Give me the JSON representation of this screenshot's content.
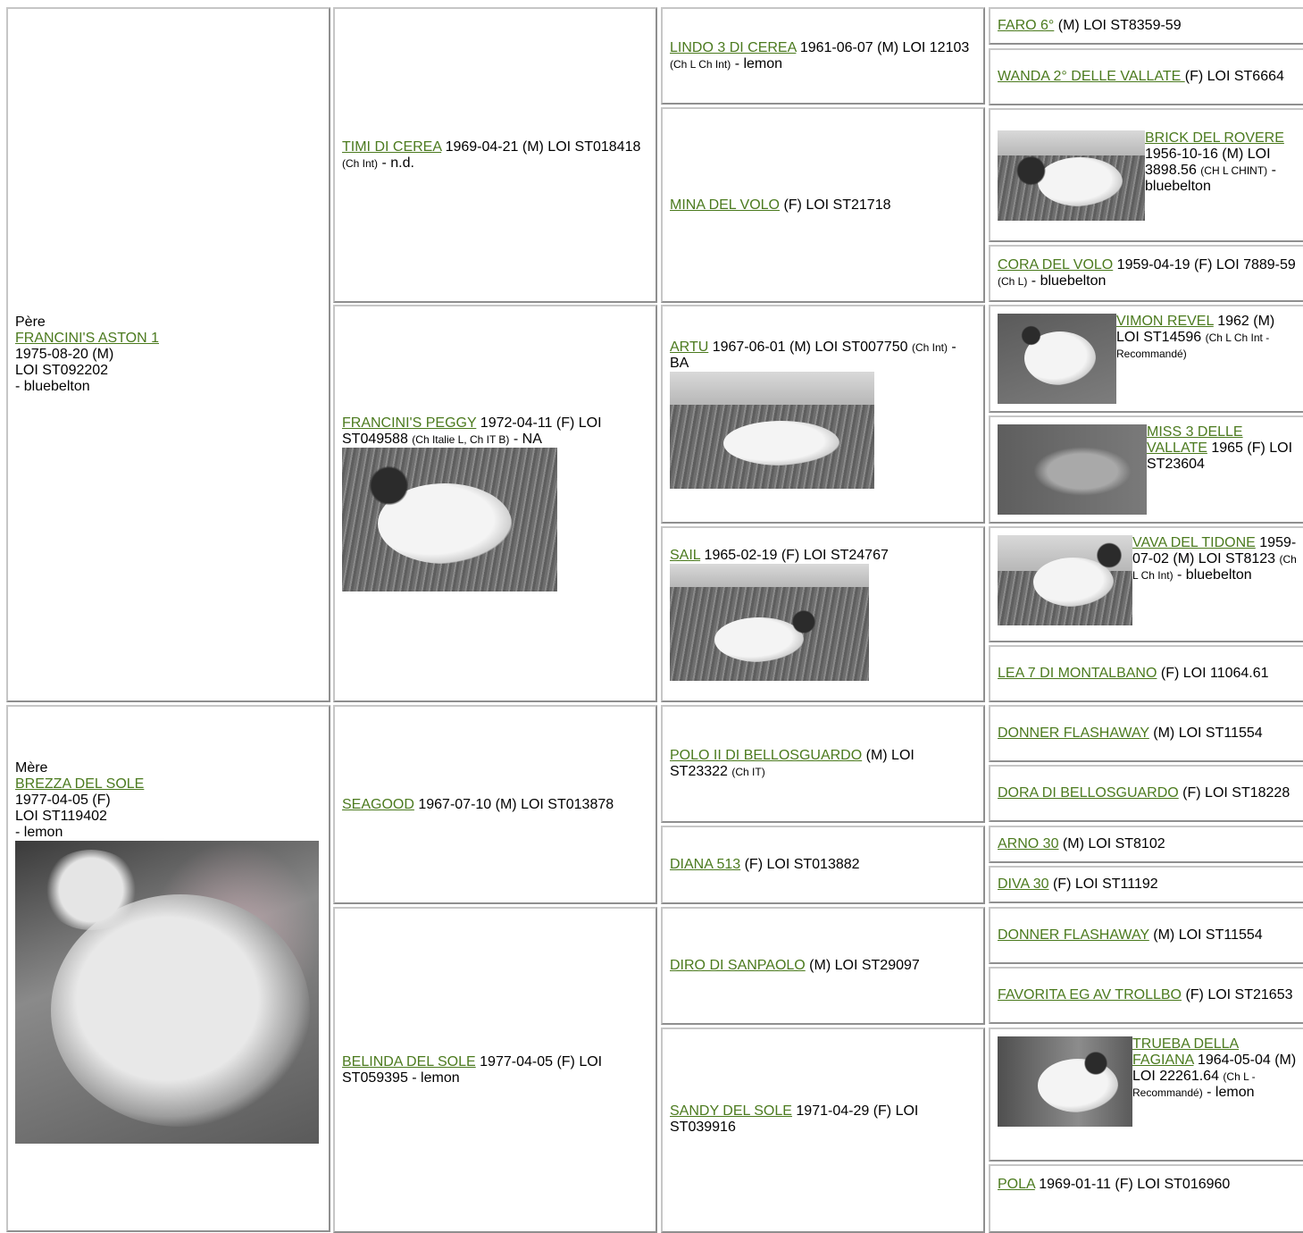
{
  "pere": {
    "role": "Père",
    "name": "FRANCINI'S ASTON 1",
    "date_sex": "1975-08-20 (M)",
    "loi": "LOI ST092202",
    "color": "- bluebelton"
  },
  "mere": {
    "role": "Mère",
    "name": "BREZZA DEL SOLE",
    "date_sex": "1977-04-05 (F)",
    "loi": "LOI ST119402",
    "color": "- lemon"
  },
  "gen2": {
    "timi": {
      "name": "TIMI DI CEREA",
      "info": " 1969-04-21 (M) LOI ST018418 ",
      "titles": "(Ch Int)",
      "tail": " - n.d."
    },
    "peggy": {
      "name": "FRANCINI'S PEGGY",
      "info": " 1972-04-11 (F) LOI ST049588 ",
      "titles": "(Ch Italie L, Ch IT B)",
      "tail": " - NA"
    },
    "seagood": {
      "name": "SEAGOOD",
      "info": " 1967-07-10 (M) LOI ST013878"
    },
    "belinda": {
      "name": "BELINDA DEL SOLE",
      "info": " 1977-04-05 (F) LOI ST059395 - lemon"
    }
  },
  "gen3": {
    "lindo": {
      "name": "LINDO 3 DI CEREA",
      "info": " 1961-06-07 (M) LOI 12103 ",
      "titles": "(Ch L Ch Int)",
      "tail": " - lemon"
    },
    "mina": {
      "name": "MINA DEL VOLO",
      "info": " (F) LOI ST21718"
    },
    "artu": {
      "name": "ARTU",
      "info": " 1967-06-01 (M) LOI ST007750 ",
      "titles": "(Ch Int)",
      "tail": " - BA"
    },
    "sail": {
      "name": "SAIL",
      "info": " 1965-02-19 (F) LOI ST24767"
    },
    "polo": {
      "name": "POLO II DI BELLOSGUARDO",
      "info": " (M) LOI ST23322 ",
      "titles": "(Ch IT)"
    },
    "diana": {
      "name": "DIANA 513",
      "info": " (F) LOI ST013882"
    },
    "diro": {
      "name": "DIRO DI SANPAOLO",
      "info": " (M) LOI ST29097"
    },
    "sandy": {
      "name": "SANDY DEL SOLE",
      "info": " 1971-04-29 (F) LOI ST039916"
    }
  },
  "gen4": {
    "faro": {
      "name": "FARO 6°",
      "info": " (M) LOI ST8359-59"
    },
    "wanda": {
      "name": "WANDA 2° DELLE VALLATE ",
      "info": " (F) LOI ST6664"
    },
    "brick": {
      "name": "BRICK DEL ROVERE",
      "info": " 1956-10-16 (M) LOI 3898.56 ",
      "titles": "(CH L CHINT)",
      "tail": " - bluebelton"
    },
    "cora": {
      "name": "CORA DEL VOLO",
      "info": " 1959-04-19 (F) LOI 7889-59 ",
      "titles": "(Ch L)",
      "tail": " - bluebelton"
    },
    "vimon": {
      "name": "VIMON REVEL",
      "info": " 1962 (M) LOI ST14596 ",
      "titles": "(Ch L Ch Int - Recommandé)"
    },
    "miss": {
      "name": "MISS 3 DELLE VALLATE",
      "info": " 1965 (F) LOI ST23604"
    },
    "vava": {
      "name": "VAVA DEL TIDONE",
      "info": " 1959-07-02 (M) LOI ST8123 ",
      "titles": "(Ch L Ch Int)",
      "tail": " - bluebelton"
    },
    "lea": {
      "name": "LEA 7 DI MONTALBANO",
      "info": " (F) LOI 11064.61"
    },
    "donner1": {
      "name": "DONNER FLASHAWAY",
      "info": " (M) LOI ST11554"
    },
    "dora": {
      "name": "DORA DI BELLOSGUARDO",
      "info": " (F) LOI ST18228"
    },
    "arno": {
      "name": "ARNO 30",
      "info": " (M) LOI ST8102"
    },
    "diva": {
      "name": "DIVA 30",
      "info": " (F) LOI ST11192"
    },
    "donner2": {
      "name": "DONNER FLASHAWAY",
      "info": " (M) LOI ST11554"
    },
    "favorita": {
      "name": "FAVORITA EG AV TROLLBO",
      "info": " (F) LOI ST21653"
    },
    "trueba": {
      "name": "TRUEBA DELLA FAGIANA",
      "info": " 1964-05-04 (M) LOI 22261.64 ",
      "titles": "(Ch L - Recommandé)",
      "tail": " - lemon"
    },
    "pola": {
      "name": "POLA",
      "info": " 1969-01-11 (F) LOI ST016960"
    }
  },
  "colors": {
    "link": "#4b7a1e",
    "border": "#a6a6a6"
  }
}
